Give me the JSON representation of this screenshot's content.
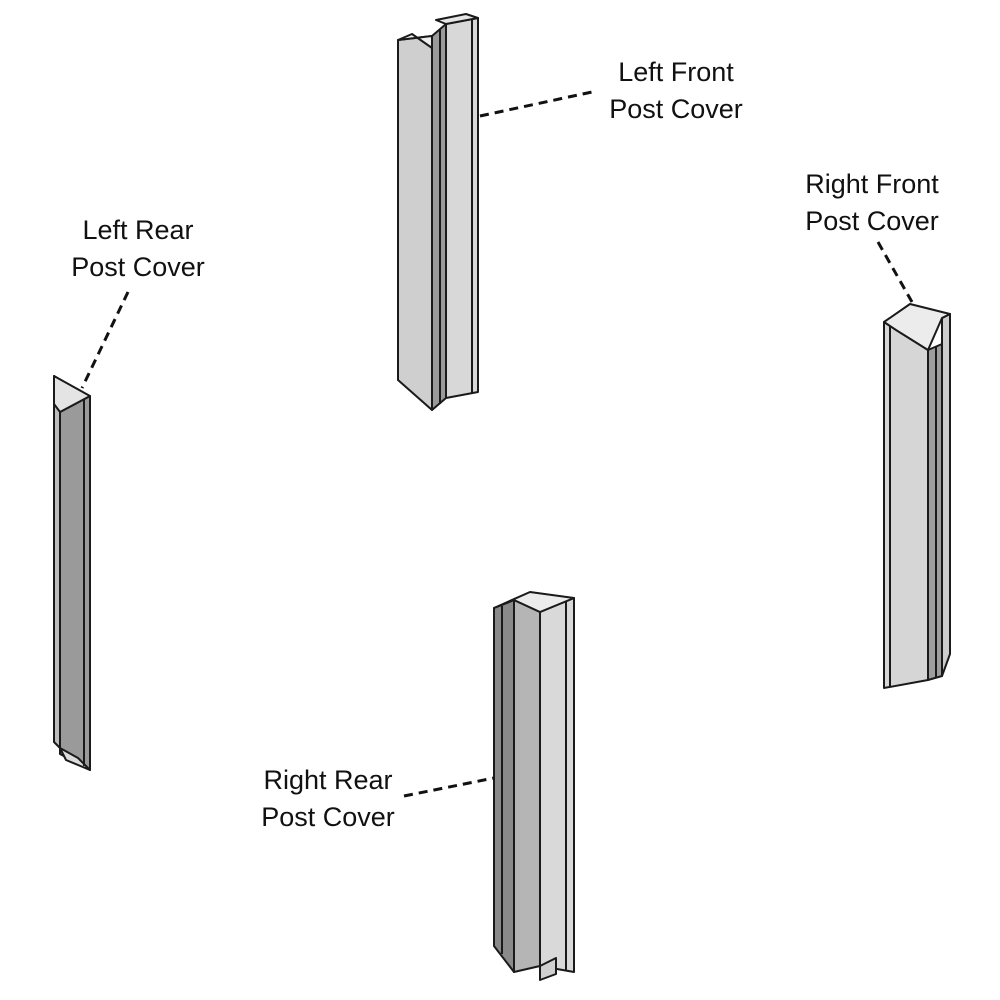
{
  "labels": {
    "left_front": {
      "line1": "Left Front",
      "line2": "Post Cover"
    },
    "right_front": {
      "line1": "Right Front",
      "line2": "Post Cover"
    },
    "left_rear": {
      "line1": "Left Rear",
      "line2": "Post Cover"
    },
    "right_rear": {
      "line1": "Right Rear",
      "line2": "Post Cover"
    }
  },
  "colors": {
    "light_face": "#dcdcdc",
    "mid_face": "#bdbdbd",
    "dark_face": "#8c8c8c",
    "inner_face": "#ededed",
    "outline": "#1a1a1a"
  }
}
